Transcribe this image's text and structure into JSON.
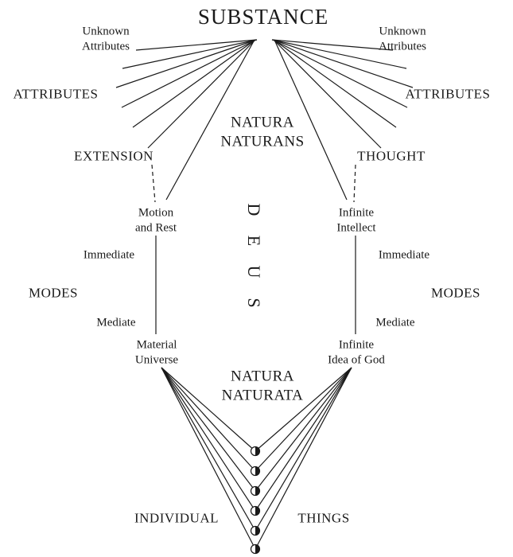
{
  "page": {
    "background": "#ffffff",
    "ink": "#1a1a1a"
  },
  "labels": {
    "substance": "SUBSTANCE",
    "natura_naturans": {
      "line1": "NATURA",
      "line2": "NATURANS"
    },
    "natura_naturata": {
      "line1": "NATURA",
      "line2": "NATURATA"
    },
    "deus": {
      "l1": "D",
      "l2": "E",
      "l3": "U",
      "l4": "S"
    },
    "left": {
      "unknown_attributes": {
        "line1": "Unknown",
        "line2": "Attributes"
      },
      "attributes": "ATTRIBUTES",
      "attribute": "EXTENSION",
      "immediate_infinite_mode": {
        "line1": "Motion",
        "line2": "and Rest"
      },
      "immediate": "Immediate",
      "modes": "MODES",
      "mediate": "Mediate",
      "mediate_infinite_mode": {
        "line1": "Material",
        "line2": "Universe"
      }
    },
    "right": {
      "unknown_attributes": {
        "line1": "Unknown",
        "line2": "Attributes"
      },
      "attributes": "ATTRIBUTES",
      "attribute": "THOUGHT",
      "immediate_infinite_mode": {
        "line1": "Infinite",
        "line2": "Intellect"
      },
      "immediate": "Immediate",
      "modes": "MODES",
      "mediate": "Mediate",
      "mediate_infinite_mode": {
        "line1": "Infinite",
        "line2": "Idea of God"
      }
    },
    "bottom": {
      "individual": "INDIVIDUAL",
      "things": "THINGS"
    }
  }
}
